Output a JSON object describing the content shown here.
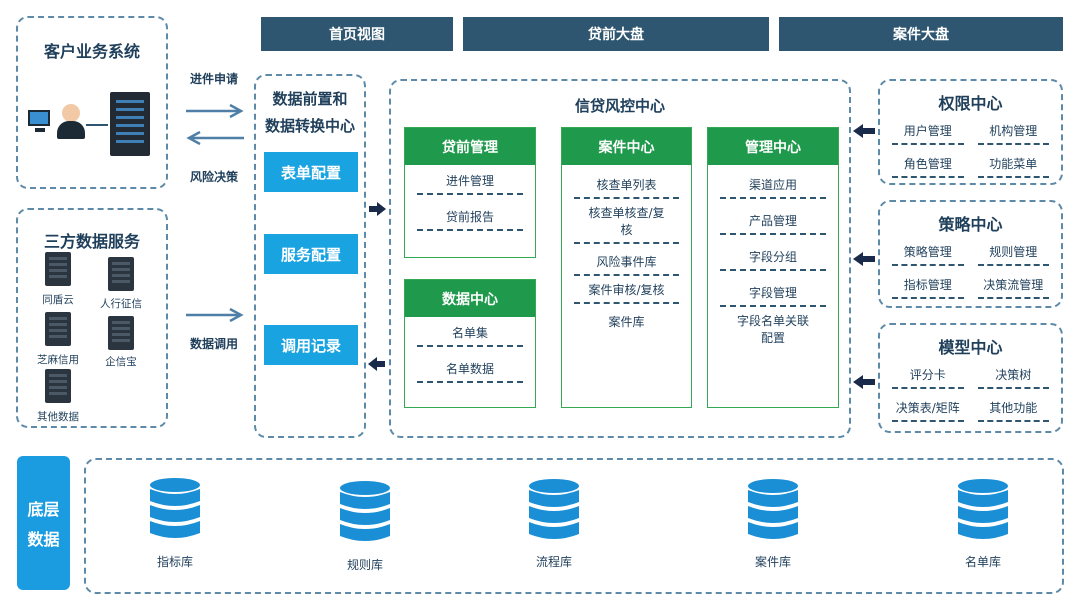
{
  "top_tabs": [
    "首页视图",
    "贷前大盘",
    "案件大盘"
  ],
  "customer_system": {
    "title": "客户业务系统"
  },
  "third_party": {
    "title": "三方数据服务",
    "items": [
      "同盾云",
      "人行征信",
      "芝麻信用",
      "企信宝",
      "其他数据"
    ]
  },
  "arrows": {
    "apply": "进件申请",
    "decision": "风险决策",
    "data_call": "数据调用"
  },
  "front": {
    "title_line1": "数据前置和",
    "title_line2": "数据转换中心",
    "buttons": [
      "表单配置",
      "服务配置",
      "调用记录"
    ]
  },
  "risk_center": {
    "title": "信贷风控中心",
    "loan_mgmt": {
      "title": "贷前管理",
      "items": [
        "进件管理",
        "贷前报告"
      ]
    },
    "data_center": {
      "title": "数据中心",
      "items": [
        "名单集",
        "名单数据"
      ]
    },
    "case_center": {
      "title": "案件中心",
      "items": [
        "核查单列表",
        "核查单核查/复核",
        "风险事件库",
        "案件审核/复核",
        "案件库"
      ]
    },
    "mgmt_center": {
      "title": "管理中心",
      "items": [
        "渠道应用",
        "产品管理",
        "字段分组",
        "字段管理",
        "字段名单关联配置"
      ]
    }
  },
  "permission": {
    "title": "权限中心",
    "items": [
      "用户管理",
      "机构管理",
      "角色管理",
      "功能菜单"
    ]
  },
  "strategy": {
    "title": "策略中心",
    "items": [
      "策略管理",
      "规则管理",
      "指标管理",
      "决策流管理"
    ]
  },
  "model": {
    "title": "模型中心",
    "items": [
      "评分卡",
      "决策树",
      "决策表/矩阵",
      "其他功能"
    ]
  },
  "bottom": {
    "label_line1": "底层",
    "label_line2": "数据",
    "dbs": [
      "指标库",
      "规则库",
      "流程库",
      "案件库",
      "名单库"
    ]
  }
}
